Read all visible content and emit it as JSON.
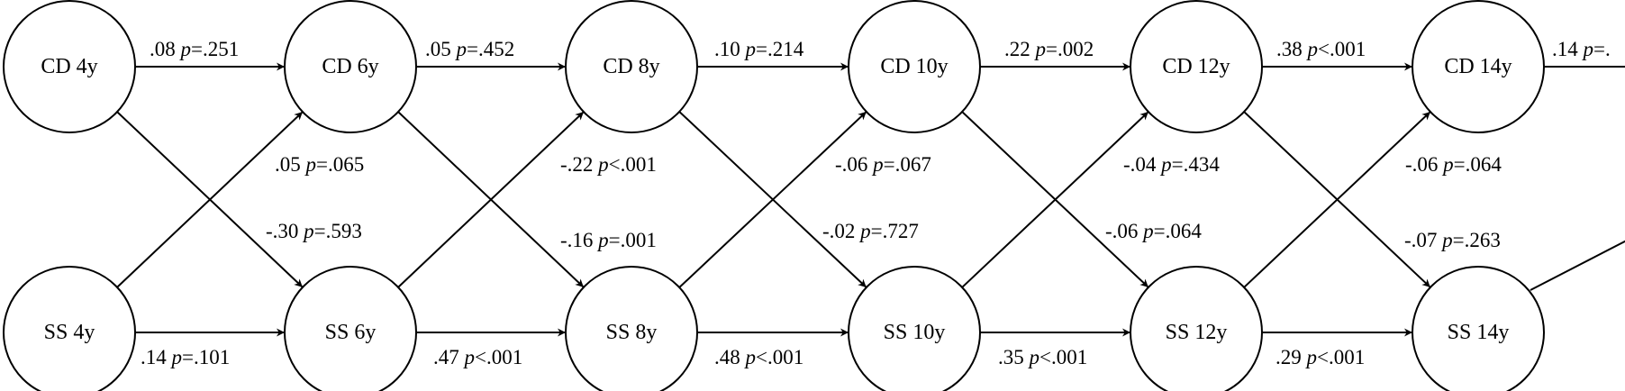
{
  "nodes": [
    {
      "id": "cd4",
      "label": "CD 4y"
    },
    {
      "id": "cd6",
      "label": "CD 6y"
    },
    {
      "id": "cd8",
      "label": "CD 8y"
    },
    {
      "id": "cd10",
      "label": "CD 10y"
    },
    {
      "id": "cd12",
      "label": "CD 12y"
    },
    {
      "id": "cd14",
      "label": "CD 14y"
    },
    {
      "id": "ss4",
      "label": "SS 4y"
    },
    {
      "id": "ss6",
      "label": "SS 6y"
    },
    {
      "id": "ss8",
      "label": "SS 8y"
    },
    {
      "id": "ss10",
      "label": "SS 10y"
    },
    {
      "id": "ss12",
      "label": "SS 12y"
    },
    {
      "id": "ss14",
      "label": "SS 14y"
    }
  ],
  "edges": [
    {
      "from": "cd4",
      "to": "cd6",
      "coef": ".08",
      "p": "=.251"
    },
    {
      "from": "cd6",
      "to": "cd8",
      "coef": ".05",
      "p": "=.452"
    },
    {
      "from": "cd8",
      "to": "cd10",
      "coef": ".10",
      "p": "=.214"
    },
    {
      "from": "cd10",
      "to": "cd12",
      "coef": ".22",
      "p": "=.002"
    },
    {
      "from": "cd12",
      "to": "cd14",
      "coef": ".38",
      "p": "<.001"
    },
    {
      "from": "cd14",
      "to": "cd16",
      "coef": ".14",
      "p": "=."
    },
    {
      "from": "ss4",
      "to": "ss6",
      "coef": ".14",
      "p": "=.101"
    },
    {
      "from": "ss6",
      "to": "ss8",
      "coef": ".47",
      "p": "<.001"
    },
    {
      "from": "ss8",
      "to": "ss10",
      "coef": ".48",
      "p": "<.001"
    },
    {
      "from": "ss10",
      "to": "ss12",
      "coef": ".35",
      "p": "<.001"
    },
    {
      "from": "ss12",
      "to": "ss14",
      "coef": ".29",
      "p": "<.001"
    },
    {
      "from": "ss4",
      "to": "cd6",
      "coef": ".05",
      "p": "=.065"
    },
    {
      "from": "ss6",
      "to": "cd8",
      "coef": "-.22",
      "p": "<.001"
    },
    {
      "from": "ss8",
      "to": "cd10",
      "coef": "-.06",
      "p": "=.067"
    },
    {
      "from": "ss10",
      "to": "cd12",
      "coef": "-.04",
      "p": "=.434"
    },
    {
      "from": "ss12",
      "to": "cd14",
      "coef": "-.06",
      "p": "=.064"
    },
    {
      "from": "cd4",
      "to": "ss6",
      "coef": "-.30",
      "p": "=.593"
    },
    {
      "from": "cd6",
      "to": "ss8",
      "coef": "-.16",
      "p": "=.001"
    },
    {
      "from": "cd8",
      "to": "ss10",
      "coef": "-.02",
      "p": "=.727"
    },
    {
      "from": "cd10",
      "to": "ss12",
      "coef": "-.06",
      "p": "=.064"
    },
    {
      "from": "cd12",
      "to": "ss14",
      "coef": "-.07",
      "p": "=.263"
    }
  ],
  "p_symbol": "p"
}
